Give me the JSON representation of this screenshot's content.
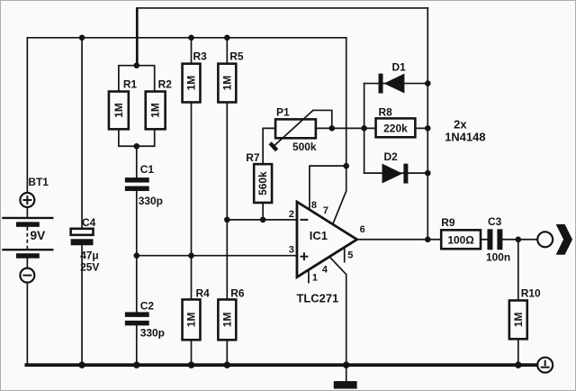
{
  "colors": {
    "ink": "#141414",
    "background": "#fafaf8"
  },
  "components": {
    "bt1": {
      "ref": "BT1",
      "value": "9V"
    },
    "c4": {
      "ref": "C4",
      "value": "47μ",
      "rating": "25V"
    },
    "r1": {
      "ref": "R1",
      "value": "1M"
    },
    "r2": {
      "ref": "R2",
      "value": "1M"
    },
    "r3": {
      "ref": "R3",
      "value": "1M"
    },
    "r4": {
      "ref": "R4",
      "value": "1M"
    },
    "r5": {
      "ref": "R5",
      "value": "1M"
    },
    "r6": {
      "ref": "R6",
      "value": "1M"
    },
    "r7": {
      "ref": "R7",
      "value": "560k"
    },
    "r8": {
      "ref": "R8",
      "value": "220k"
    },
    "r9": {
      "ref": "R9",
      "value": "100Ω"
    },
    "r10": {
      "ref": "R10",
      "value": "1M"
    },
    "c1": {
      "ref": "C1",
      "value": "330p"
    },
    "c2": {
      "ref": "C2",
      "value": "330p"
    },
    "c3": {
      "ref": "C3",
      "value": "100n"
    },
    "p1": {
      "ref": "P1",
      "value": "500k"
    },
    "d1": {
      "ref": "D1"
    },
    "d2": {
      "ref": "D2"
    },
    "diode_note": {
      "prefix": "2x",
      "part": "1N4148"
    },
    "ic1": {
      "ref": "IC1",
      "part": "TLC271",
      "pins": {
        "p1": "1",
        "p2": "2",
        "p3": "3",
        "p4": "4",
        "p5": "5",
        "p6": "6",
        "p7": "7",
        "p8": "8"
      }
    }
  }
}
